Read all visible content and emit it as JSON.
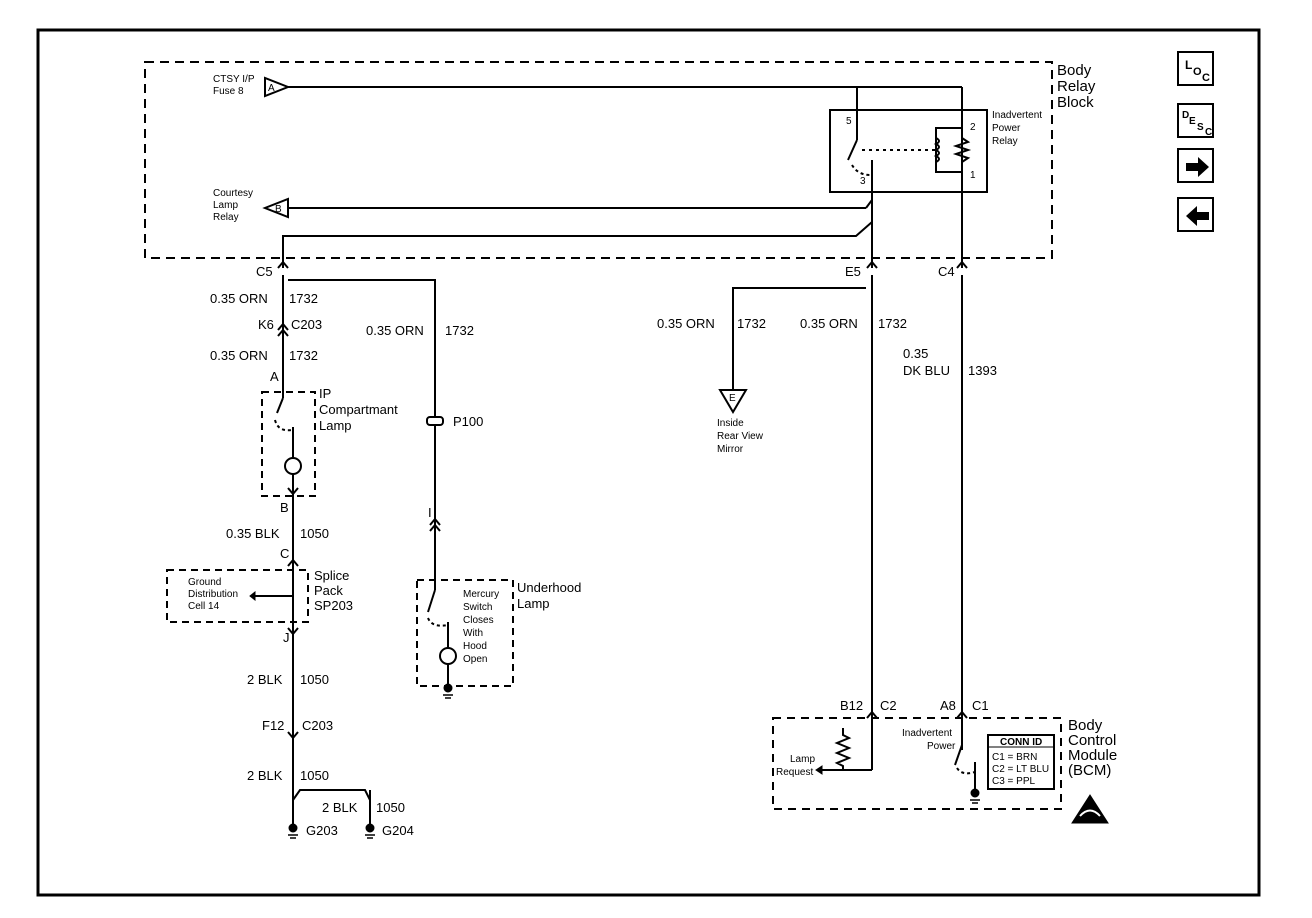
{
  "body_relay_block": {
    "title_lines": [
      "Body",
      "Relay",
      "Block"
    ]
  },
  "ctsy_fuse": {
    "lines": [
      "CTSY I/P",
      "Fuse 8"
    ],
    "connector": "A"
  },
  "courtesy_relay": {
    "lines": [
      "Courtesy",
      "Lamp",
      "Relay"
    ],
    "connector": "B"
  },
  "inadvertent_relay": {
    "lines": [
      "Inadvertent",
      "Power",
      "Relay"
    ],
    "pin_5": "5",
    "pin_2": "2",
    "pin_3": "3",
    "pin_1": "1"
  },
  "connectors": {
    "c5": "C5",
    "e5": "E5",
    "c4": "C4",
    "k6": "K6",
    "c203_top": "C203",
    "a": "A",
    "b": "B",
    "c": "C",
    "j": "J",
    "f12": "F12",
    "c203_bot": "C203",
    "i": "I",
    "b12": "B12",
    "c2": "C2",
    "a8": "A8",
    "c1": "C1"
  },
  "wires": {
    "w1_gauge": "0.35 ORN",
    "w1_num": "1732",
    "w2_gauge": "0.35 ORN",
    "w2_num": "1732",
    "w3_gauge": "0.35 ORN",
    "w3_num": "1732",
    "w4_gauge": "0.35 ORN",
    "w4_num": "1732",
    "w5_gauge": "0.35 ORN",
    "w5_num": "1732",
    "w6_gauge_1": "0.35",
    "w6_gauge_2": "DK BLU",
    "w6_num": "1393",
    "w7_gauge": "0.35 BLK",
    "w7_num": "1050",
    "w8_gauge": "2 BLK",
    "w8_num": "1050",
    "w9_gauge": "2 BLK",
    "w9_num": "1050",
    "w10_gauge": "2 BLK",
    "w10_num": "1050"
  },
  "ip_lamp": {
    "lines": [
      "IP",
      "Compartmant",
      "Lamp"
    ]
  },
  "p100": {
    "label": "P100"
  },
  "mirror": {
    "lines": [
      "Inside",
      "Rear View",
      "Mirror"
    ],
    "connector": "E"
  },
  "splice": {
    "lines": [
      "Splice",
      "Pack",
      "SP203"
    ],
    "gd_lines": [
      "Ground",
      "Distribution",
      "Cell 14"
    ]
  },
  "underhood": {
    "lines": [
      "Underhood",
      "Lamp"
    ],
    "switch_lines": [
      "Mercury",
      "Switch",
      "Closes",
      "With",
      "Hood",
      "Open"
    ]
  },
  "grounds": {
    "g203": "G203",
    "g204": "G204"
  },
  "bcm": {
    "lines": [
      "Body",
      "Control",
      "Module",
      "(BCM)"
    ],
    "lamp_request": [
      "Lamp",
      "Request"
    ],
    "inadvertent": [
      "Inadvertent",
      "Power"
    ]
  },
  "conn_id": {
    "title": "CONN ID",
    "rows": [
      "C1 = BRN",
      "C2 = LT BLU",
      "C3 = PPL"
    ]
  },
  "nav": {
    "loc": [
      "L",
      "O",
      "C"
    ],
    "desc": [
      "D",
      "E",
      "S",
      "C"
    ],
    "next_icon": "arrow-right-icon",
    "prev_icon": "arrow-left-icon"
  }
}
